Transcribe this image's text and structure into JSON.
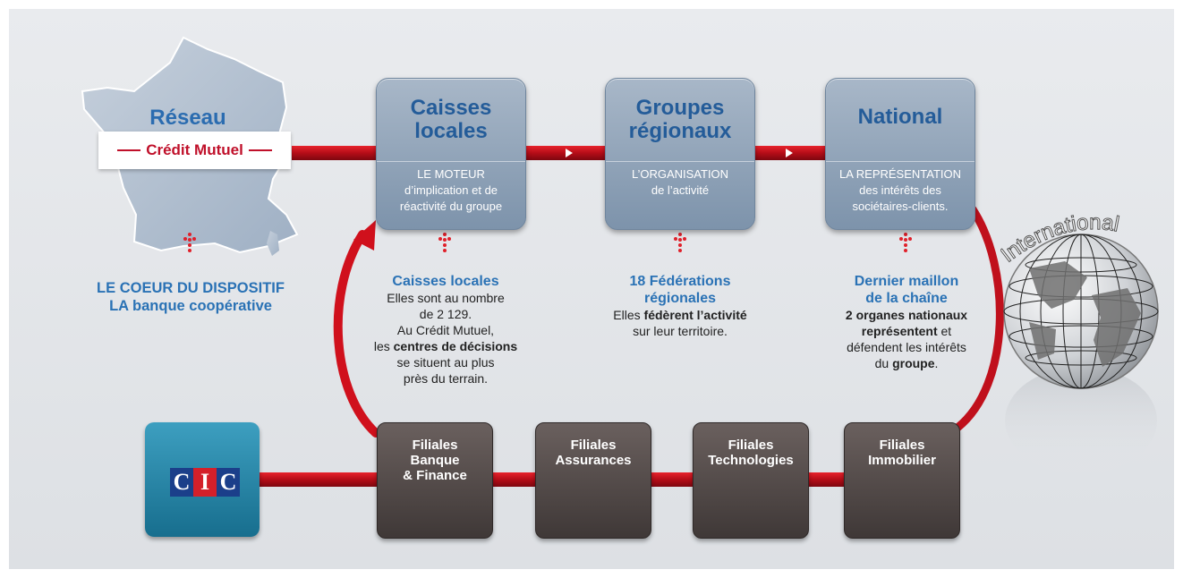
{
  "reseau": {
    "title": "Réseau",
    "logo_text": "Crédit Mutuel",
    "coeur_line1": "LE COEUR DU DISPOSITIF",
    "coeur_line2": "LA banque coopérative"
  },
  "top_boxes": [
    {
      "title_line1": "Caisses",
      "title_line2": "locales",
      "sub_line1": "LE MOTEUR",
      "sub_line2": "d’implication et de",
      "sub_line3": "réactivité du groupe"
    },
    {
      "title_line1": "Groupes",
      "title_line2": "régionaux",
      "sub_line1": "L’ORGANISATION",
      "sub_line2": "de l’activité",
      "sub_line3": ""
    },
    {
      "title_line1": "National",
      "title_line2": "",
      "sub_line1": "LA REPRÉSENTATION",
      "sub_line2": "des intérêts des",
      "sub_line3": "sociétaires-clients."
    }
  ],
  "columns": {
    "caisses": {
      "title": "Caisses locales",
      "line1": "Elles sont au nombre",
      "line2": "de 2 129.",
      "line3": "Au Crédit Mutuel,",
      "line4_pre": "les ",
      "line4_bold": "centres de décisions",
      "line5": "se situent au plus",
      "line6": "près du terrain."
    },
    "federations": {
      "title_line1": "18 Fédérations",
      "title_line2": "régionales",
      "line1_pre": "Elles ",
      "line1_bold": "fédèrent l’activité",
      "line2": "sur leur territoire."
    },
    "national": {
      "title_line1": "Dernier maillon",
      "title_line2": "de la chaîne",
      "line1_bold": "2 organes nationaux",
      "line2_bold": "représentent",
      "line2_post": " et",
      "line3": "défendent les intérêts",
      "line4_pre": "du ",
      "line4_bold": "groupe",
      "line4_post": "."
    }
  },
  "bottom_boxes": [
    {
      "line1": "Filiales",
      "line2": "Banque",
      "line3": "& Finance"
    },
    {
      "line1": "Filiales",
      "line2": "Assurances",
      "line3": ""
    },
    {
      "line1": "Filiales",
      "line2": "Technologies",
      "line3": ""
    },
    {
      "line1": "Filiales",
      "line2": "Immobilier",
      "line3": ""
    }
  ],
  "cic": {
    "letter1": "C",
    "letter2": "I",
    "letter3": "C"
  },
  "globe_label": "International",
  "colors": {
    "accent_red": "#c0102a",
    "title_blue": "#2a72b5",
    "box_blue": "#8fa3b9",
    "box_dark": "#4f4745",
    "cic_teal": "#2a8fb2"
  }
}
